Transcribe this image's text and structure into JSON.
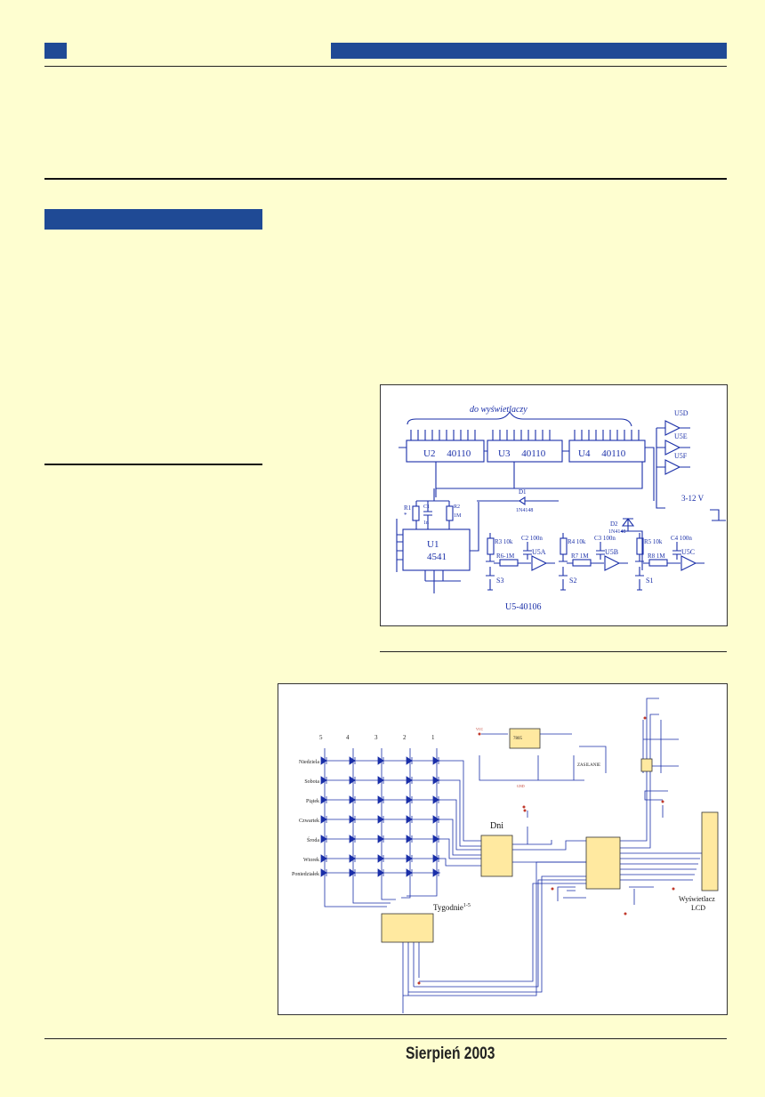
{
  "footer": {
    "issue": "Sierpień 2003"
  },
  "schematic1": {
    "header_label": "do wyświetlaczy",
    "chips": [
      {
        "ref": "U2",
        "part": "40110"
      },
      {
        "ref": "U3",
        "part": "40110"
      },
      {
        "ref": "U4",
        "part": "40110"
      },
      {
        "ref": "U1",
        "part": "4541"
      }
    ],
    "gates": [
      "U5D",
      "U5E",
      "U5F",
      "U5A",
      "U5B",
      "U5C"
    ],
    "parts": {
      "r1": "R1",
      "r1_val": "*",
      "c1": "C1",
      "c1_val": "1n",
      "r2": "R2",
      "r2_val": "1M",
      "d1": "D1",
      "d1_val": "1N4148",
      "d2": "D2",
      "d2_val": "1N4148",
      "r3": "R3 10k",
      "c2": "C2 100n",
      "r6": "R6-1M",
      "r4": "R4 10k",
      "c3": "C3 100n",
      "r7": "R7 1M",
      "r5": "R5 10k",
      "c4": "C4 100n",
      "r8": "R8 1M",
      "s3": "S3",
      "s2": "S2",
      "s1": "S1"
    },
    "supply": "3-12 V",
    "u5_caption": "U5-40106"
  },
  "schematic2": {
    "day_labels": [
      "Niedziela",
      "Sobota",
      "Piątek",
      "Czwartek",
      "Środa",
      "Wtorek",
      "Poniedziałek"
    ],
    "column_numbers": [
      "5",
      "4",
      "3",
      "2",
      "1"
    ],
    "dni_label": "Dni",
    "tygodnie_label": "Tygodnie",
    "tygodnie_sup": "1-5",
    "lcd_label_1": "Wyświetlacz",
    "lcd_label_2": "LCD",
    "zasilanie": "ZASILANIE",
    "vcc": "VCC",
    "gnd": "GND",
    "regulator": "7805"
  }
}
